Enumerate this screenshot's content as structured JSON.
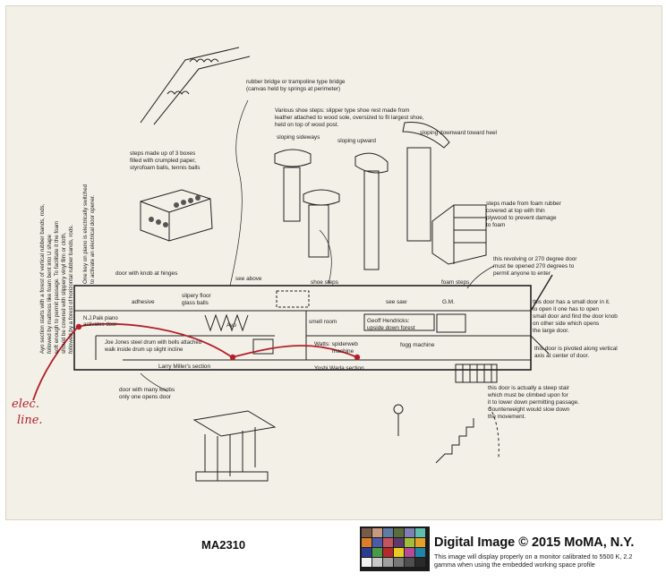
{
  "notes": {
    "vertical_left_1": "Ayo section starts with a forest of vertical rubber bands, rods,",
    "vertical_left_2": "followed by mattress like foam bent into U shape",
    "vertical_left_3": "soft enough to permit passage. To facilitate it the foam",
    "vertical_left_4": "should be covered with slippery vinyl film or cloth,",
    "vertical_left_5": "followed by a forest of horizontal rubber bands, rods.",
    "vertical_piano_1": "One key on piano is electrically switched",
    "vertical_piano_2": "to activate an electrical door opener.",
    "rubber_bridge_1": "rubber bridge or trampoline type bridge",
    "rubber_bridge_2": "(canvas held by springs at perimeter)",
    "shoe_steps_1": "Various shoe steps: slipper type shoe rest made from",
    "shoe_steps_2": "leather attached to wood sole, oversized to fit largest shoe,",
    "shoe_steps_3": "held on top of wood post.",
    "sloping_sideways": "sloping sideways",
    "sloping_upward": "sloping upward",
    "sloping_downward": "sloping downward toward heel",
    "boxes_1": "steps made up of 3 boxes",
    "boxes_2": "filled with crumpled paper,",
    "boxes_3": "styrofoam balls, tennis balls",
    "foam_rubber_1": "steps made from foam rubber",
    "foam_rubber_2": "covered at top with thin",
    "foam_rubber_3": "plywood to prevent damage",
    "foam_rubber_4": "to foam",
    "revolving_1": "this revolving or 270 degree door",
    "revolving_2": "must be opened 270 degrees to",
    "revolving_3": "permit anyone to enter",
    "small_door_1": "this door has a small door in it.",
    "small_door_2": "to open it one has to open",
    "small_door_3": "small door and find the door knob",
    "small_door_4": "on other side which opens",
    "small_door_5": "the large door.",
    "pivoted_1": "this door is pivoted along vertical",
    "pivoted_2": "axis at center of door.",
    "stair_1": "this door is actually a steep stair",
    "stair_2": "which must be climbed upon for",
    "stair_3": "it to lower down permitting passage.",
    "stair_4": "Counterweight would slow down",
    "stair_5": "the movement.",
    "many_knobs_1": "door with many knobs",
    "many_knobs_2": "only one opens door"
  },
  "plan": {
    "door_knob_hinges": "door with knob at hinges",
    "see_above": "see above",
    "shoe_steps": "shoe steps",
    "foam_steps": "foam steps",
    "adhesive": "adhesive",
    "slippery_1": "slipery floor",
    "slippery_2": "glass balls",
    "seesaw": "see saw",
    "gm": "G.M.",
    "ayo": "Ayo",
    "small_room": "smell room",
    "geoff_1": "Geoff Hendricks:",
    "geoff_2": "upside down forest",
    "paik_1": "N.J.Paik piano",
    "paik_2": "activates door",
    "joe_jones_1": "Joe Jones steel drum with bells attached",
    "joe_jones_2": "walk inside drum up slight incline",
    "watts_1": "Watts: spiderweb",
    "watts_2": "machine",
    "fog": "fogg machine",
    "larry": "Larry Miller's section",
    "yoshi": "Yoshi Wada section"
  },
  "handwriting": {
    "line1": "elec.",
    "line2": "line."
  },
  "footer": {
    "catalog": "MA2310",
    "credit_title": "Digital Image © 2015 MoMA, N.Y.",
    "credit_line1": "This image will display properly on a monitor calibrated to 5500 K, 2.2",
    "credit_line2": "gamma when using the embedded working space profile"
  },
  "colors": {
    "ink": "#222222",
    "red_ink": "#b3202a",
    "paper": "#f3f0e8"
  }
}
